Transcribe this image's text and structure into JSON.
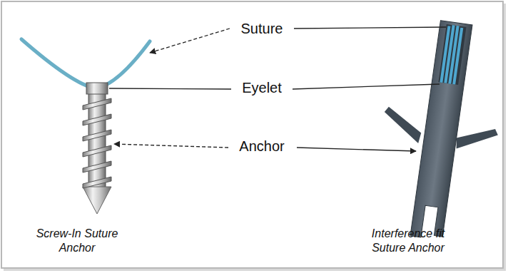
{
  "diagram": {
    "labels": [
      "Suture",
      "Eyelet",
      "Anchor",
      "Screw-In Suture Anchor",
      "Interference fit Suture Anchor"
    ]
  }
}
